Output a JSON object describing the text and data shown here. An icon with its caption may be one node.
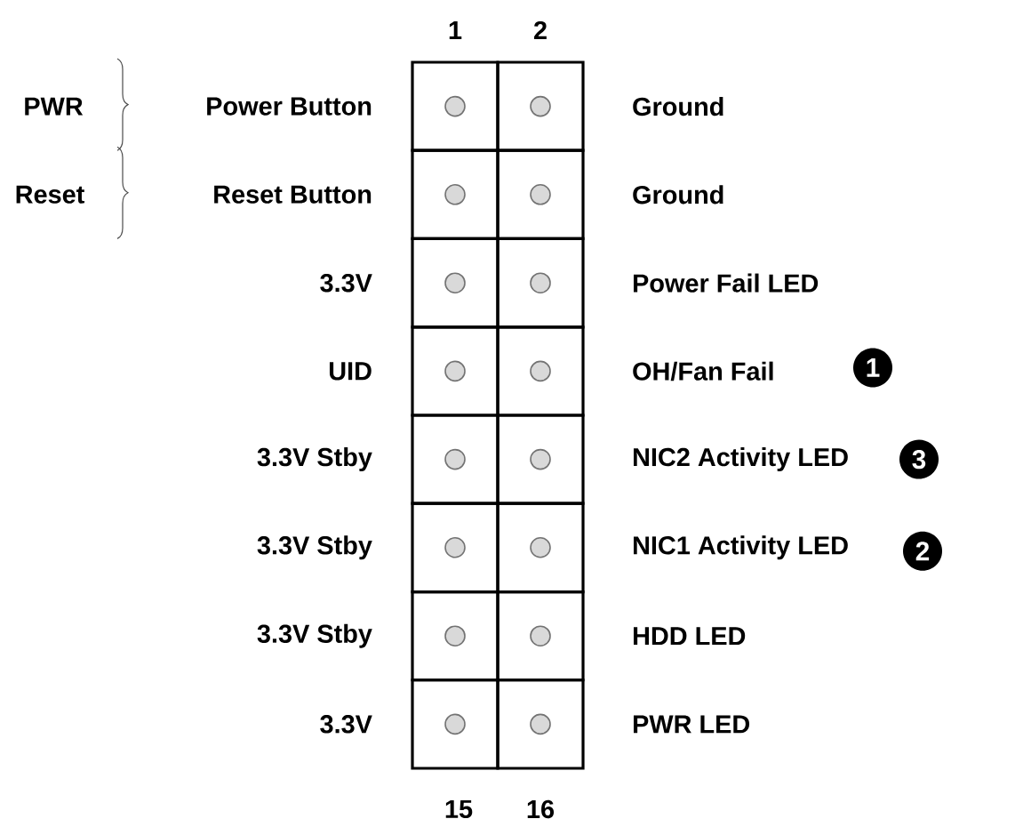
{
  "diagram": {
    "labels": [
      "1",
      "2",
      "PWR",
      "Power Button",
      "Ground",
      "Reset",
      "Reset Button",
      "Ground",
      "3.3V",
      "Power Fail LED",
      "UID",
      "OH/Fan Fail",
      "1",
      "3.3V Stby",
      "NIC2 Activity LED",
      "3",
      "3.3V Stby",
      "NIC1 Activity LED",
      "2",
      "3.3V Stby",
      "HDD LED",
      "3.3V",
      "PWR LED",
      "15",
      "16"
    ]
  }
}
